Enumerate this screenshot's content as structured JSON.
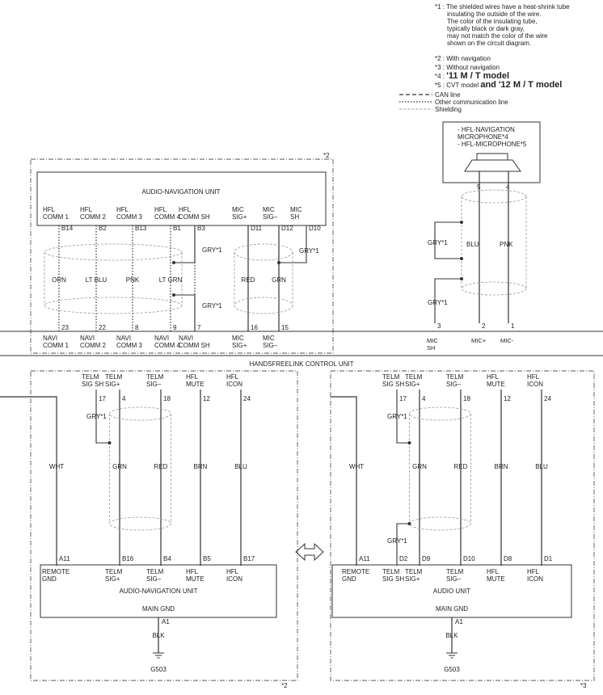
{
  "notes": {
    "n1": [
      "*1 : The shielded wires have a heat-shrink tube",
      "insulating the outside of the wire.",
      "The color of the insulating tube,",
      "typically black or dark gray,",
      "may not match the color of the wire",
      "shown on the circuit diagram."
    ],
    "n2": "*2 : With navigation",
    "n3": "*3 : Without navigation",
    "n4_prefix": "*4 : ",
    "n4_bold": "'11 M / T model",
    "n5_prefix": "*5 : CVT model ",
    "n5_bold": "and '12 M / T model",
    "legend_can": "CAN line",
    "legend_other": "Other communication line",
    "legend_shield": "Shielding"
  },
  "mic": {
    "line1": "- HFL-NAVIGATION",
    "line2": "MICROPHONE*4",
    "line3": "- HFL-MICROPHONE*5",
    "pins": [
      "5",
      "4"
    ]
  },
  "tags": {
    "nav": "*2",
    "nonav": "*3"
  },
  "top_unit": {
    "title": "AUDIO-NAVIGATION UNIT",
    "labels": [
      [
        "HFL",
        "COMM 1"
      ],
      [
        "HFL",
        "COMM 2"
      ],
      [
        "HFL",
        "COMM 3"
      ],
      [
        "HFL",
        "COMM 4"
      ],
      [
        "HFL",
        "COMM SH"
      ],
      [
        "MIC",
        "SIG+"
      ],
      [
        "MIC",
        "SIG–"
      ],
      [
        "MIC",
        "SH"
      ]
    ],
    "pins": [
      "B14",
      "B2",
      "B13",
      "B1",
      "B3",
      "D11",
      "D12",
      "D10"
    ],
    "wires": [
      "ORN",
      "LT BLU",
      "PNK",
      "LT GRN",
      "RED",
      "GRN"
    ]
  },
  "gry": "GRY*1",
  "wire_colors": {
    "blu": "BLU",
    "pnk": "PNK",
    "wht": "WHT",
    "grn": "GRN",
    "red": "RED",
    "brn": "BRN",
    "blk": "BLK"
  },
  "hfl": {
    "title": "HANDSFREELINK CONTROL UNIT",
    "nav_pins": [
      "23",
      "22",
      "8",
      "9",
      "7",
      "16",
      "15"
    ],
    "nav_labels": [
      [
        "NAVI",
        "COMM 1"
      ],
      [
        "NAVI",
        "COMM 2"
      ],
      [
        "NAVI",
        "COMM 3"
      ],
      [
        "NAVI",
        "COMM 4"
      ],
      [
        "NAVI",
        "COMM SH"
      ],
      [
        "MIC",
        "SIG+"
      ],
      [
        "MIC",
        "SIG–"
      ]
    ],
    "mic_pins": [
      "3",
      "2",
      "1"
    ],
    "mic_labels": [
      [
        "MIC",
        "SH"
      ],
      [
        "MIC+",
        ""
      ],
      [
        "MIC-",
        ""
      ]
    ],
    "telm_pins": [
      "17",
      "4",
      "18",
      "12",
      "24"
    ],
    "telm_labels": [
      [
        "TELM",
        "SIG SH"
      ],
      [
        "TELM",
        "SIG+"
      ],
      [
        "TELM",
        "SIG–"
      ],
      [
        "HFL",
        "MUTE"
      ],
      [
        "HFL",
        "ICON"
      ]
    ]
  },
  "bl_unit": {
    "title": "AUDIO-NAVIGATION UNIT",
    "pins": [
      "A11",
      "B16",
      "B4",
      "B5",
      "B17"
    ],
    "labels": [
      [
        "REMOTE",
        "GND"
      ],
      [
        "TELM",
        "SIG+"
      ],
      [
        "TELM",
        "SIG–"
      ],
      [
        "HFL",
        "MUTE"
      ],
      [
        "HFL",
        "ICON"
      ]
    ],
    "main_gnd": "MAIN GND",
    "gnd_pin": "A1",
    "ground": "G503"
  },
  "br_unit": {
    "title": "AUDIO UNIT",
    "pins": [
      "A11",
      "D2",
      "D9",
      "D10",
      "D8",
      "D1"
    ],
    "labels": [
      [
        "REMOTE",
        "GND"
      ],
      [
        "TELM",
        "SIG SH"
      ],
      [
        "TELM",
        "SIG+"
      ],
      [
        "TELM",
        "SIG–"
      ],
      [
        "HFL",
        "MUTE"
      ],
      [
        "HFL",
        "ICON"
      ]
    ],
    "main_gnd": "MAIN GND",
    "gnd_pin": "A1",
    "ground": "G503"
  }
}
